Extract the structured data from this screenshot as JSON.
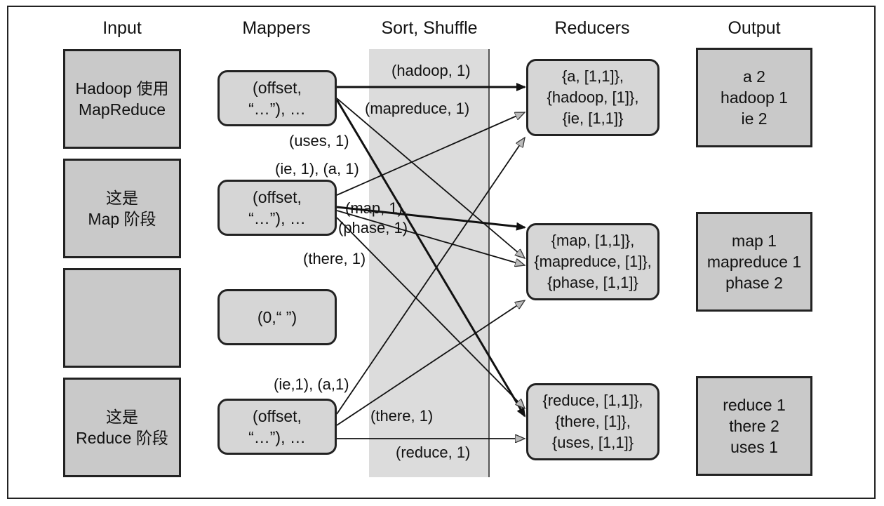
{
  "headers": {
    "input": "Input",
    "mappers": "Mappers",
    "shuffle": "Sort, Shuffle",
    "reducers": "Reducers",
    "output": "Output"
  },
  "inputs": [
    {
      "lines": [
        "Hadoop 使用",
        "MapReduce"
      ]
    },
    {
      "lines": [
        "这是",
        "Map 阶段"
      ]
    },
    {
      "lines": [
        ""
      ]
    },
    {
      "lines": [
        "这是",
        "Reduce 阶段"
      ]
    }
  ],
  "mappers": [
    {
      "lines": [
        "(offset,",
        "“…”), …"
      ]
    },
    {
      "lines": [
        "(offset,",
        "“…”), …"
      ]
    },
    {
      "lines": [
        "(0,“ ”)"
      ]
    },
    {
      "lines": [
        "(offset,",
        "“…”), …"
      ]
    }
  ],
  "reducers": [
    {
      "lines": [
        "{a, [1,1]},",
        "{hadoop, [1]},",
        "{ie, [1,1]}"
      ]
    },
    {
      "lines": [
        "{map, [1,1]},",
        "{mapreduce, [1]},",
        "{phase, [1,1]}"
      ]
    },
    {
      "lines": [
        "{reduce, [1,1]},",
        "{there, [1]},",
        "{uses, [1,1]}"
      ]
    }
  ],
  "outputs": [
    {
      "lines": [
        "a 2",
        "hadoop 1",
        "ie 2"
      ]
    },
    {
      "lines": [
        "map 1",
        "mapreduce 1",
        "phase 2"
      ]
    },
    {
      "lines": [
        "reduce 1",
        "there 2",
        "uses 1"
      ]
    }
  ],
  "edge_labels": {
    "hadoop": "(hadoop, 1)",
    "mapreduce": "(mapreduce, 1)",
    "uses": "(uses, 1)",
    "ie_a_1": "(ie, 1), (a, 1)",
    "map": "(map, 1),",
    "phase": "(phase, 1)",
    "there_1": "(there, 1)",
    "ie_a_2": "(ie,1), (a,1)",
    "there_2": "(there, 1)",
    "reduce": "(reduce, 1)"
  }
}
